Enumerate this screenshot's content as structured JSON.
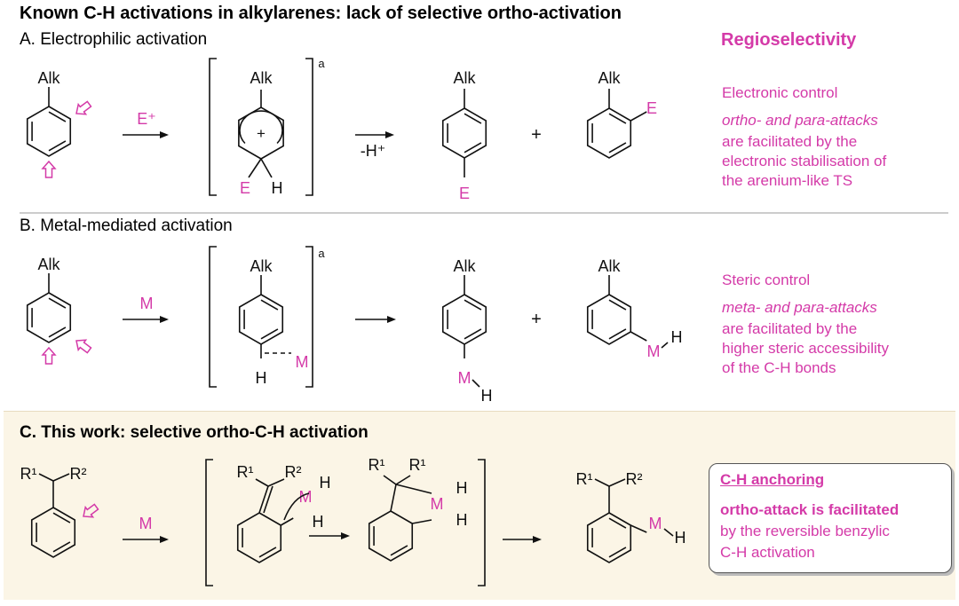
{
  "title": "Known C-H activations in alkylarenes: lack of selective ortho-activation",
  "sections": {
    "a": "A. Electrophilic activation",
    "b": "B. Metal-mediated activation",
    "c": "C.  This work: selective ortho-C-H activation"
  },
  "regioselectivity": "Regioselectivity",
  "panel_a": {
    "heading": "Electronic control",
    "bold_line": "ortho- and para-attacks",
    "lines": [
      "are facilitated by the",
      "electronic stabilisation of",
      "the arenium-like TS"
    ],
    "labels": {
      "alk": "Alk",
      "reagent": "E⁺",
      "minus_h": "-H⁺",
      "plus_charge": "+",
      "e": "E",
      "h": "H",
      "footnote": "a",
      "plus": "+"
    }
  },
  "panel_b": {
    "heading": "Steric control",
    "bold_line": "meta- and para-attacks",
    "lines": [
      "are facilitated by the",
      "higher steric accessibility",
      "of the C-H bonds"
    ],
    "labels": {
      "alk": "Alk",
      "m": "M",
      "h": "H",
      "footnote": "a",
      "plus": "+"
    }
  },
  "panel_c": {
    "heading": "C-H anchoring",
    "bold_line": "ortho-attack is facilitated",
    "lines": [
      "by the reversible benzylic",
      "C-H activation"
    ],
    "labels": {
      "r1": "R¹",
      "r2": "R²",
      "m": "M",
      "h": "H"
    }
  },
  "colors": {
    "accent": "#d43aa8",
    "panel_bg": "#fbf5e6"
  }
}
